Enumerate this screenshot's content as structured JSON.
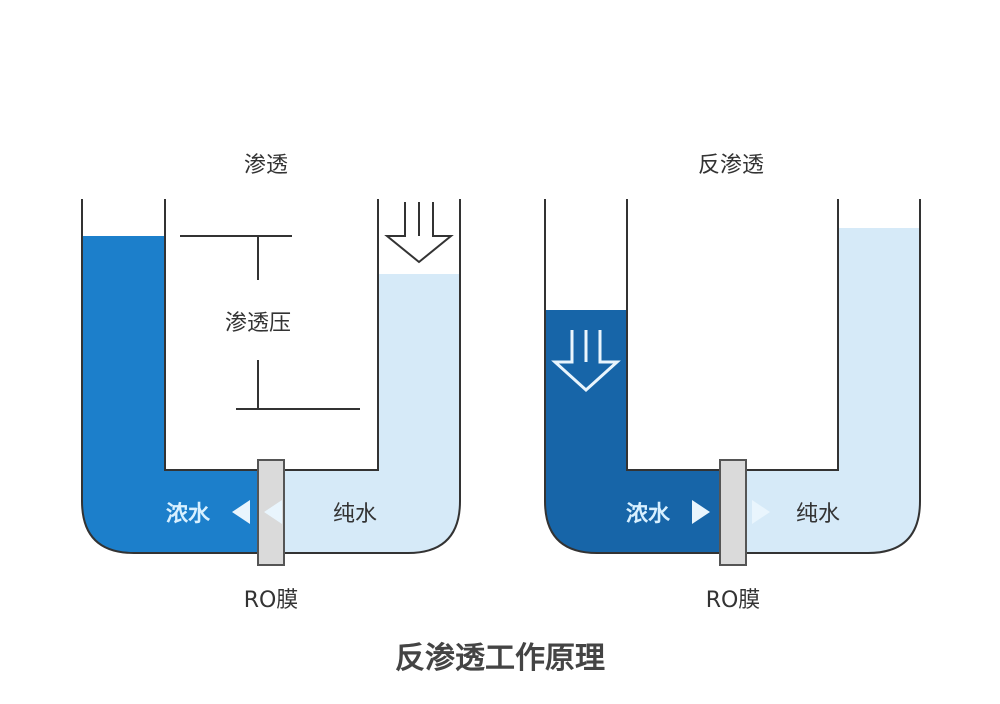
{
  "colors": {
    "concentrate": "#1c7fcb",
    "concentrate_dark": "#1765a8",
    "pure": "#d6eaf8",
    "wall": "#333333",
    "membrane": "#d9d9d9",
    "arrow_light": "#e9f5fd",
    "flow_text_on_dark": "#d8f0ff"
  },
  "left": {
    "label": "渗透",
    "pressure_label": "渗透压",
    "concentrate_label": "浓水",
    "pure_label": "纯水",
    "membrane_label": "RO膜",
    "flow_arrow_icon": "arrow-left-icon",
    "pressure_arrow_icon": "double-arrow-down-icon"
  },
  "right": {
    "label": "反渗透",
    "concentrate_label": "浓水",
    "pure_label": "纯水",
    "membrane_label": "RO膜",
    "flow_arrow_icon": "arrow-right-icon",
    "pressure_arrow_icon": "double-arrow-down-icon"
  },
  "title": "反渗透工作原理"
}
